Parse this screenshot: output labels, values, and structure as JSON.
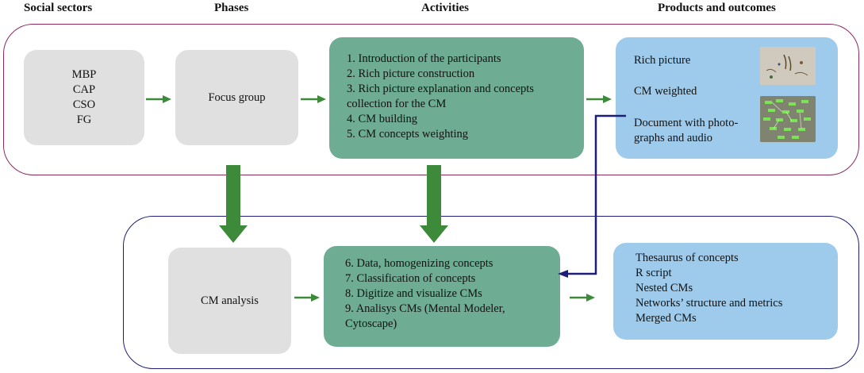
{
  "headers": {
    "social_sectors": "Social sectors",
    "phases": "Phases",
    "activities": "Activities",
    "products": "Products and outcomes"
  },
  "sectors": [
    "MBP",
    "CAP",
    "CSO",
    "FG"
  ],
  "phases": {
    "focus_group": "Focus group",
    "cm_analysis": "CM analysis"
  },
  "activities_top": [
    "1. Introduction of the participants",
    "2. Rich picture construction",
    "3. Rich picture explanation and concepts",
    "collection for the CM",
    "4. CM building",
    "5. CM concepts weighting"
  ],
  "activities_bottom": [
    "6. Data, homogenizing concepts",
    "7. Classification of concepts",
    "8. Digitize and visualize CMs",
    "9. Analisys CMs (Mental Modeler,",
    "Cytoscape)"
  ],
  "outcomes_top": {
    "rich_picture": "Rich picture",
    "cm_weighted": "CM weighted",
    "document_line1": "Document with photo-",
    "document_line2": "graphs and audio"
  },
  "outcomes_bottom": [
    "Thesaurus of concepts",
    "R script",
    "Nested CMs",
    "Networks’ structure and metrics",
    "Merged CMs"
  ],
  "colors": {
    "gray_box": "#e0e0e0",
    "green_box": "#6fac94",
    "blue_box": "#9ecbec",
    "arrow_green": "#3d8a3a",
    "top_frame": "#8c2a5c",
    "bottom_frame": "#1e1e78",
    "connector": "#1e1e78"
  }
}
